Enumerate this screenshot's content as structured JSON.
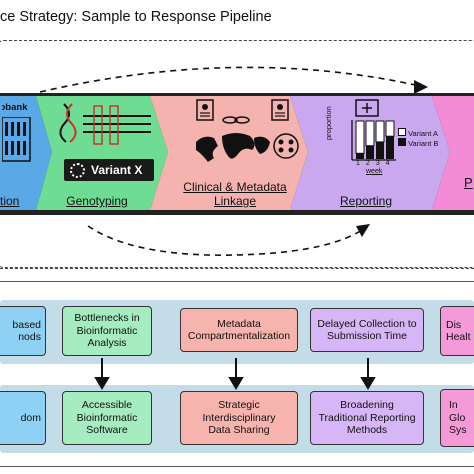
{
  "title": "ce Strategy: Sample to Response Pipeline",
  "pipeline": {
    "stages": [
      {
        "label": "tion",
        "color": "#5aa8e6",
        "icon": "biobank-rack-icon",
        "caption": "Biobank"
      },
      {
        "label": "Genotyping",
        "color": "#6fdc94",
        "icon": "dna-sequence-icon",
        "badge": "Variant X"
      },
      {
        "label": "Clinical & Metadata Linkage",
        "label_line1": "Clinical & Metadata",
        "label_line2": "Linkage",
        "color": "#f4b3ae",
        "icon": "records-world-map-icon"
      },
      {
        "label": "Reporting",
        "color": "#c9a8ef",
        "icon": "hospital-chart-icon"
      },
      {
        "label": "P",
        "color": "#f38bd6",
        "icon": "response-icon"
      }
    ],
    "reporting_chart": {
      "ylabel": "proportion",
      "xlabel": "week",
      "ticks": [
        "1",
        "2",
        "3",
        "4"
      ],
      "legend": [
        "Variant A",
        "Variant B"
      ],
      "bars_variant_b_fraction": [
        0.15,
        0.35,
        0.45,
        0.6
      ]
    }
  },
  "challenges": [
    {
      "text": "based\nnods",
      "color": "#8fd0f5"
    },
    {
      "text": "Bottlenecks in\nBioinformatic\nAnalysis",
      "color": "#a5ecc0"
    },
    {
      "text": "Metadata\nCompartmentalization",
      "color": "#f7b3ad"
    },
    {
      "text": "Delayed Collection to\nSubmission Time",
      "color": "#d6b6f6"
    },
    {
      "text": "Dis\nHealt",
      "color": "#f59ad9"
    }
  ],
  "solutions": [
    {
      "text": "dom",
      "color": "#8fd0f5"
    },
    {
      "text": "Accessible\nBioinformatic\nSoftware",
      "color": "#a5ecc0"
    },
    {
      "text": "Strategic\nInterdisciplinary\nData Sharing",
      "color": "#f7b3ad"
    },
    {
      "text": "Broadening\nTraditional Reporting\nMethods",
      "color": "#d6b6f6"
    },
    {
      "text": "In\nGlo\nSys",
      "color": "#f59ad9"
    }
  ]
}
